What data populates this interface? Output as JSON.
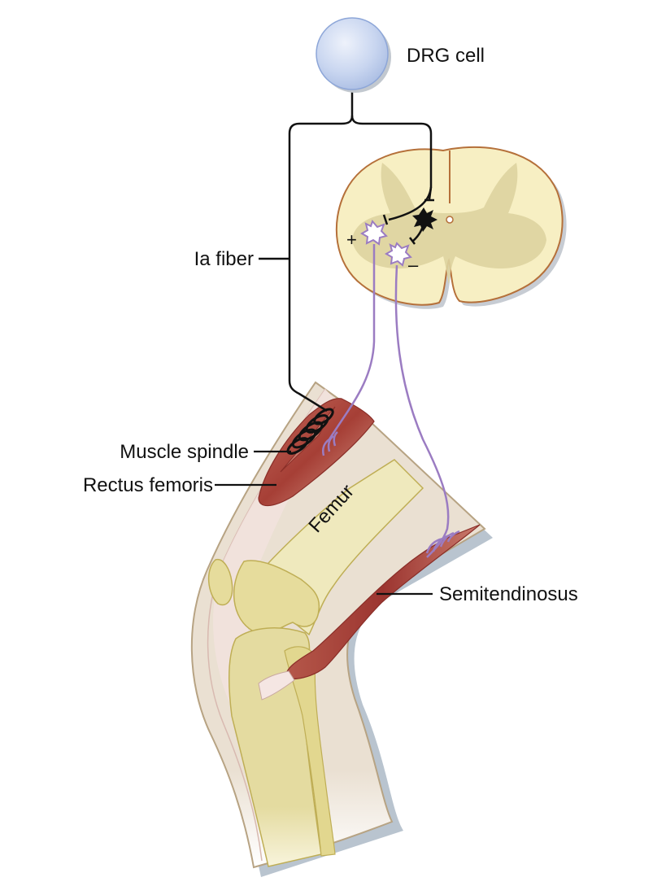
{
  "diagram": {
    "type": "anatomical-reflex-pathway",
    "labels": {
      "drg_cell": "DRG cell",
      "ia_fiber": "Ia fiber",
      "muscle_spindle": "Muscle spindle",
      "rectus_femoris": "Rectus femoris",
      "femur": "Femur",
      "semitendinosus": "Semitendinosus"
    },
    "synapse_signs": {
      "excitatory": "+",
      "inhibitory": "–"
    },
    "colors": {
      "drg_cell": "#c5d3ee",
      "nerve_line": "#111111",
      "motor_neuron_axon": "#9b7cc2",
      "spinal_cord_white": "#f6eec0",
      "spinal_cord_gray": "#ddd3a0",
      "spinal_cord_outline": "#b5703a",
      "muscle": "#a8443a",
      "bone": "#ebe5b0",
      "skin": "#eae0d2",
      "interneuron": "#111111"
    }
  }
}
